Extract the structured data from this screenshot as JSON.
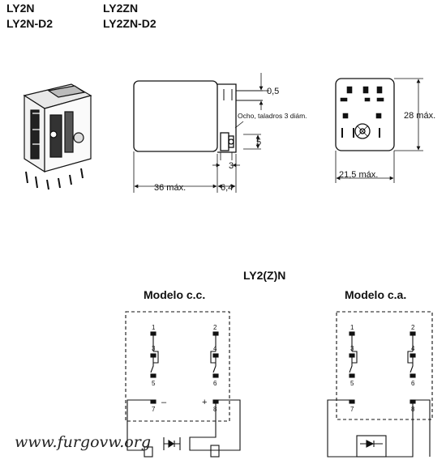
{
  "header": {
    "col1": [
      "LY2N",
      "LY2N-D2"
    ],
    "col2": [
      "LY2ZN",
      "LY2ZN-D2"
    ]
  },
  "dimensions": {
    "thickness": "0,5",
    "note": "Ocho, taladros 3 diám.",
    "hole_pitch": "5",
    "pin_width": "3",
    "length": "36 máx.",
    "pin_offset": "6,4",
    "height": "28 máx.",
    "width": "21,5 máx."
  },
  "schematic": {
    "title": "LY2(Z)N",
    "dc_model": {
      "label": "Modelo c.c.",
      "pins": [
        "1",
        "2",
        "3",
        "4",
        "5",
        "6",
        "7",
        "8"
      ],
      "polarity_minus": "–",
      "polarity_plus": "+"
    },
    "ac_model": {
      "label": "Modelo c.a.",
      "pins": [
        "1",
        "2",
        "3",
        "4",
        "5",
        "6",
        "7",
        "8"
      ]
    }
  },
  "watermark": "www.furgovw.org",
  "colors": {
    "ink": "#111111",
    "background": "#ffffff"
  }
}
